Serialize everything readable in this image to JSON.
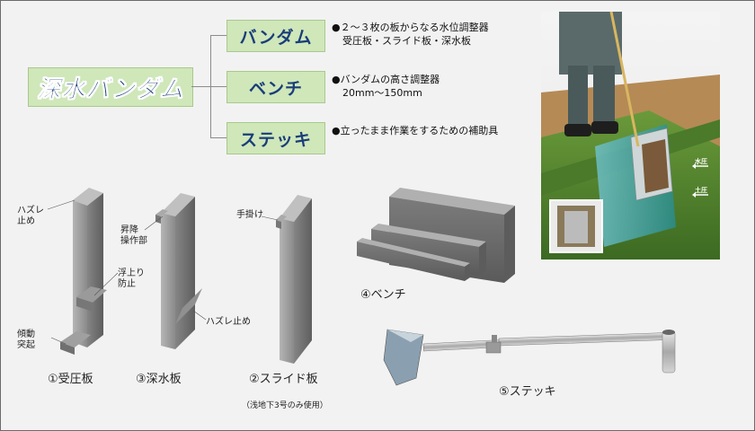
{
  "product_title": "深水バンダム",
  "components": [
    {
      "name": "バンダム",
      "desc_lines": [
        "●２～３枚の板からなる水位調整器",
        "受圧板・スライド板・深水板"
      ]
    },
    {
      "name": "ベンチ",
      "desc_lines": [
        "●バンダムの高さ調整器",
        "20mm〜150mm"
      ]
    },
    {
      "name": "ステッキ",
      "desc_lines": [
        "●立ったまま作業をするための補助具"
      ]
    }
  ],
  "part_labels": {
    "hazure_top": [
      "ハズレ",
      "止め"
    ],
    "keido": [
      "傾動",
      "突起"
    ],
    "shoko": [
      "昇降",
      "操作部"
    ],
    "ukiagari": [
      "浮上り",
      "防止"
    ],
    "hazure_bottom": "ハズレ止め",
    "tekake": "手掛け"
  },
  "captions": {
    "plate1": "①受圧板",
    "plate3": "③深水板",
    "plate2": "②スライド板",
    "plate2_note": "（浅地下3号のみ使用）",
    "bench": "④ベンチ",
    "stick": "⑤ステッキ"
  },
  "photo_labels": {
    "water_pressure": "水圧",
    "soil_pressure": "土圧"
  },
  "colors": {
    "title_box": "#cfe7b9",
    "title_text": "#1a3d7a",
    "plate_gray": "#6e6e6e"
  }
}
